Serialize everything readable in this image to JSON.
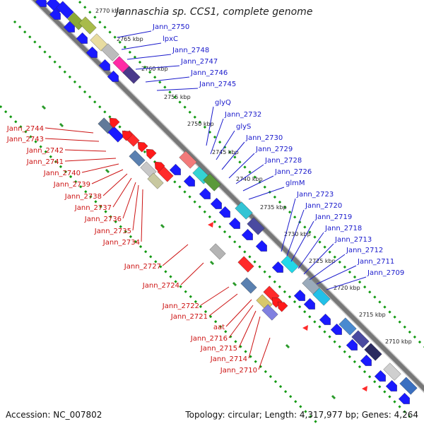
{
  "title": "Jannaschia sp. CCS1, complete genome",
  "footer": {
    "accession": "Accession: NC_007802",
    "summary": "Topology: circular; Length: 4,317,977 bp; Genes: 4,264"
  },
  "colors": {
    "backbone": "#777777",
    "forward_strand": "#1a1aff",
    "reverse_strand": "#ff1a1a",
    "forward_label": "#1a1acc",
    "reverse_label": "#cc1111",
    "dots": "#119911"
  },
  "ticks": [
    "2770 kbp",
    "2765 kbp",
    "2760 kbp",
    "2755 kbp",
    "2750 kbp",
    "2745 kbp",
    "2740 kbp",
    "2735 kbp",
    "2730 kbp",
    "2725 kbp",
    "2720 kbp",
    "2715 kbp",
    "2710 kbp"
  ],
  "forward_labels": [
    "Jann_2750",
    "lpxC",
    "Jann_2748",
    "Jann_2747",
    "Jann_2746",
    "Jann_2745",
    "glyQ",
    "Jann_2732",
    "glyS",
    "Jann_2730",
    "Jann_2729",
    "Jann_2728",
    "Jann_2726",
    "glmM",
    "Jann_2723",
    "Jann_2720",
    "Jann_2719",
    "Jann_2718",
    "Jann_2713",
    "Jann_2712",
    "Jann_2711",
    "Jann_2709"
  ],
  "reverse_labels": [
    "Jann_2744",
    "Jann_2743",
    "Jann_2742",
    "Jann_2741",
    "Jann_2740",
    "Jann_2739",
    "Jann_2738",
    "Jann_2737",
    "Jann_2736",
    "Jann_2735",
    "Jann_2734",
    "Jann_2727",
    "Jann_2724",
    "Jann_2722",
    "Jann_2721",
    "aat",
    "Jann_2716",
    "Jann_2715",
    "Jann_2714",
    "Jann_2710"
  ]
}
